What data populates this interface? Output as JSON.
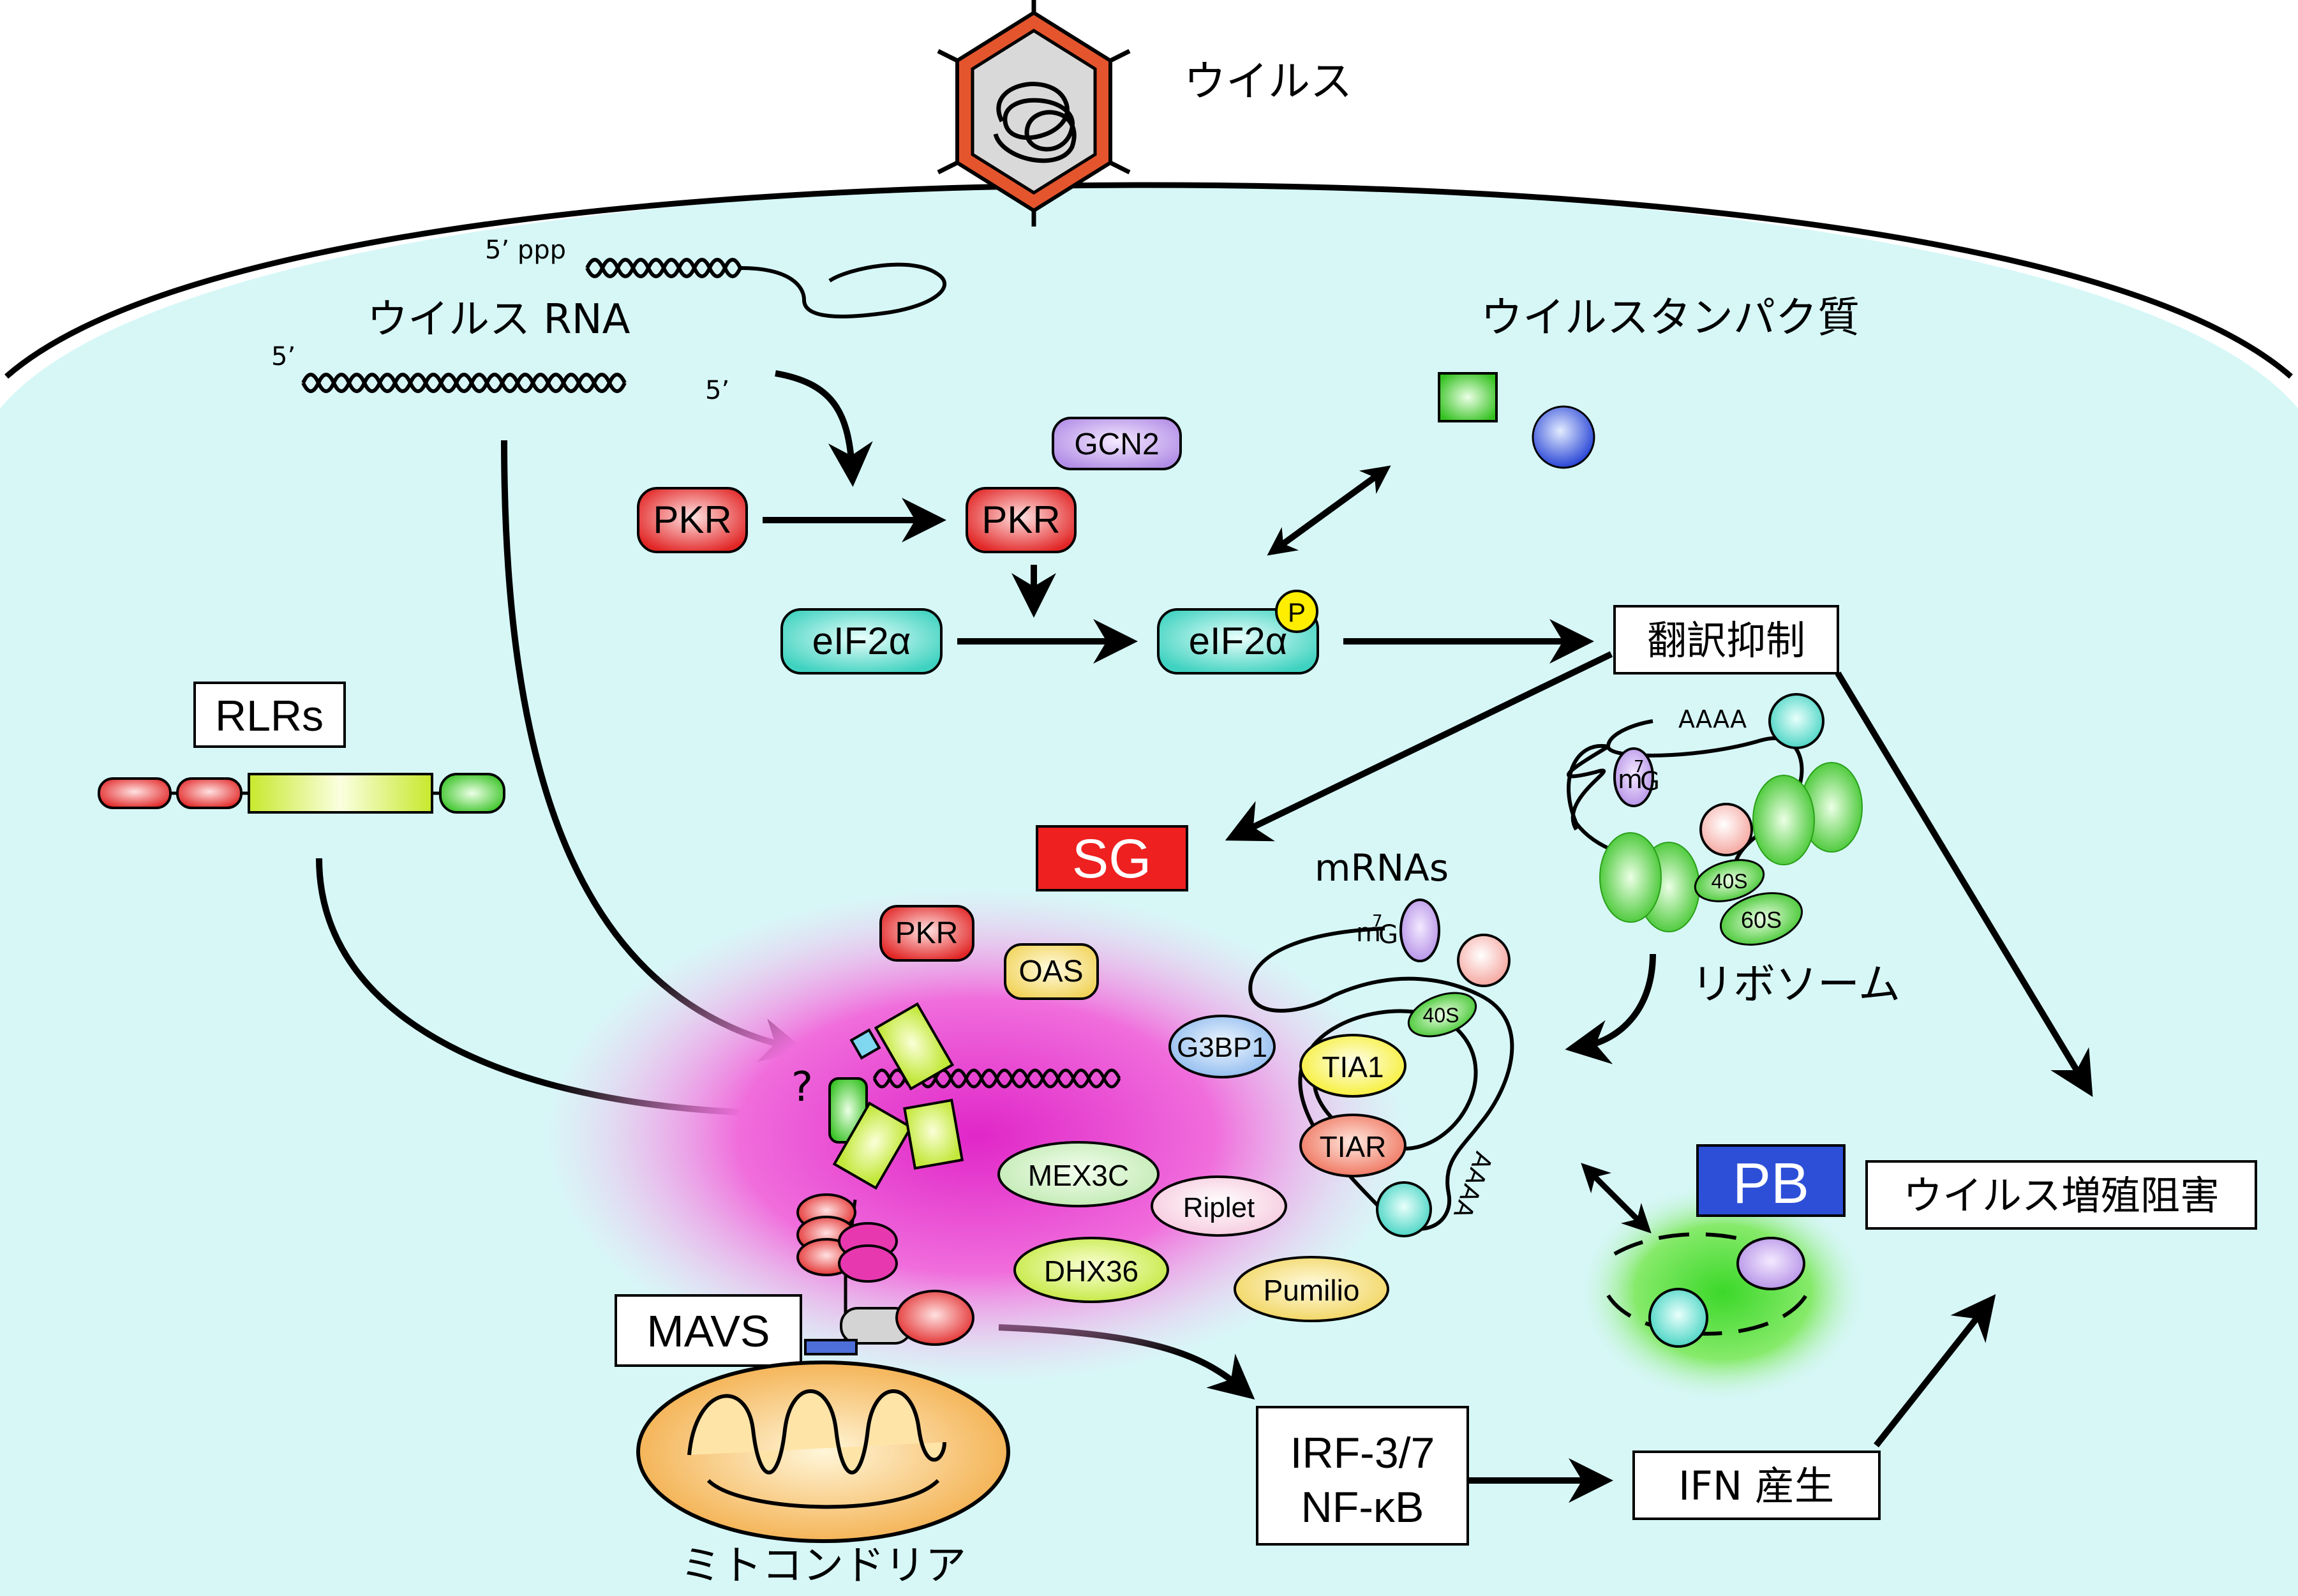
{
  "colors": {
    "cell": "#d7f7f7",
    "sg_label": "#ee2020",
    "pb_label": "#2d4fd8",
    "pkr": "#e23b3b",
    "eif2a": "#5fd8c9",
    "gcn2": "#c9a6ef",
    "phospho": "#ffee00",
    "green": "#3ccf2a"
  },
  "virus": {
    "label": "ウイルス"
  },
  "rna": {
    "label": "ウイルス RNA",
    "five_ppp": "5’ ppp",
    "five_left": "5’",
    "five_right": "5’"
  },
  "viral_protein": {
    "label": "ウイルスタンパク質"
  },
  "proteins": {
    "gcn2": "GCN2",
    "pkr_in": "PKR",
    "pkr_active": "PKR",
    "eif2a_in": "eIF2α",
    "eif2a_p": "eIF2α",
    "phospho": "P"
  },
  "translation_inhibition": "翻訳抑制",
  "rlrs": "RLRs",
  "sg": {
    "label": "SG",
    "pkr": "PKR",
    "oas": "OAS",
    "question": "?",
    "mex3c": "MEX3C",
    "riplet": "Riplet",
    "dhx36": "DHX36",
    "pumilio": "Pumilio"
  },
  "mrna": {
    "label": "mRNAs",
    "cap_m": "m",
    "cap_7": "7",
    "cap_g": "G",
    "g3bp1": "G3BP1",
    "tia1": "TIA1",
    "tiar": "TIAR",
    "s40": "40S",
    "polya": "AAAA"
  },
  "ribosome": {
    "label": "リボソーム",
    "polya": "AAAA",
    "cap_m": "m",
    "cap_7": "7",
    "cap_g": "G",
    "s40": "40S",
    "s60": "60S"
  },
  "pb": "PB",
  "antiviral": "ウイルス増殖阻害",
  "mavs": "MAVS",
  "mito": "ミトコンドリア",
  "irf": {
    "line1": "IRF-3/7",
    "line2": "NF-κB"
  },
  "ifn": "IFN 産生"
}
